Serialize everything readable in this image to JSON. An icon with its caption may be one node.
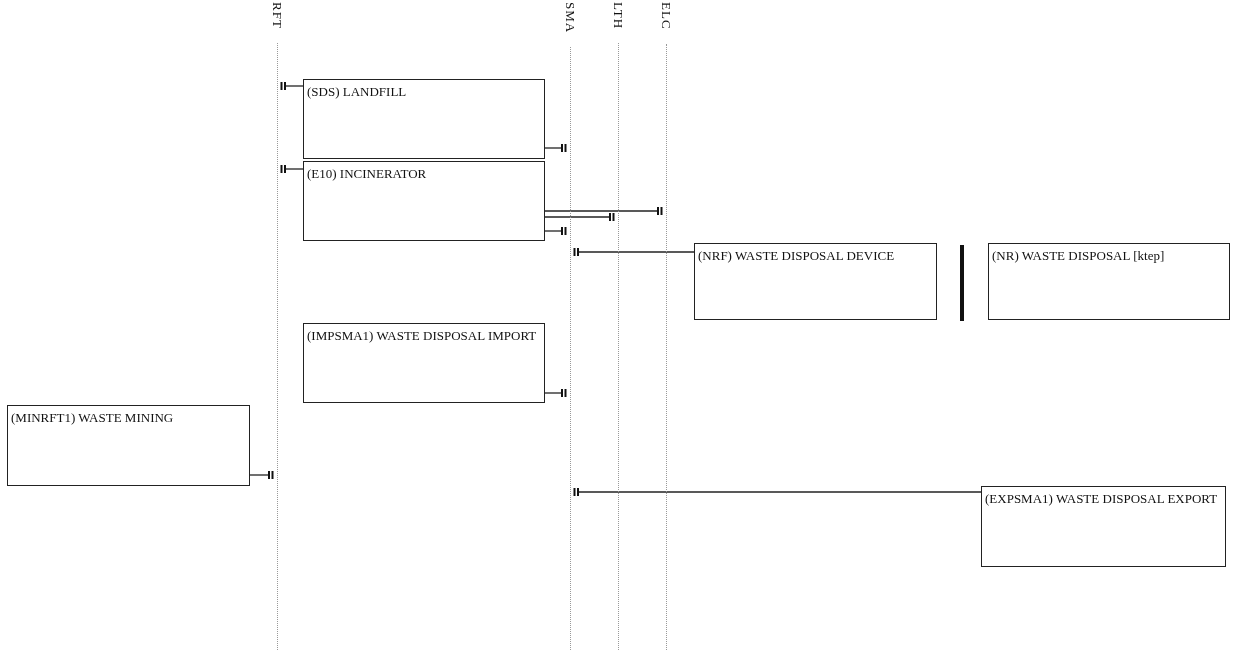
{
  "diagram": {
    "nodes": [
      {
        "text": [
          "RFT"
        ]
      },
      {
        "text": [
          "SMA"
        ]
      },
      {
        "text": [
          "LTH"
        ]
      },
      {
        "text": [
          "ELC"
        ]
      },
      {
        "text": [
          "(SDS) LANDFILL"
        ]
      },
      {
        "text": [
          "(E10) INCINERATOR"
        ]
      },
      {
        "text": [
          "(NRF) WASTE DISPOSAL DEVICE"
        ]
      },
      {
        "text": [
          "(NR) WASTE DISPOSAL [ktep]"
        ]
      },
      {
        "text": [
          "(IMPSMA1) WASTE DISPOSAL IMPORT"
        ]
      },
      {
        "text": [
          "(MINRFT1) WASTE MINING"
        ]
      },
      {
        "text": [
          "(EXPSMA1) WASTE DISPOSAL EXPORT"
        ]
      }
    ],
    "edges": [
      {
        "from": 0,
        "to": 4,
        "arrow": "other"
      },
      {
        "from": 1,
        "to": 4,
        "arrow": "other"
      },
      {
        "from": 0,
        "to": 5,
        "arrow": "other"
      },
      {
        "from": 3,
        "to": 5,
        "arrow": "other"
      },
      {
        "from": 2,
        "to": 5,
        "arrow": "other"
      },
      {
        "from": 1,
        "to": 5,
        "arrow": "other"
      },
      {
        "from": 1,
        "to": 6,
        "arrow": "other"
      },
      {
        "from": 1,
        "to": 8,
        "arrow": "other"
      },
      {
        "from": 0,
        "to": 9,
        "arrow": "other"
      },
      {
        "from": 1,
        "to": 10,
        "arrow": "other"
      }
    ]
  }
}
